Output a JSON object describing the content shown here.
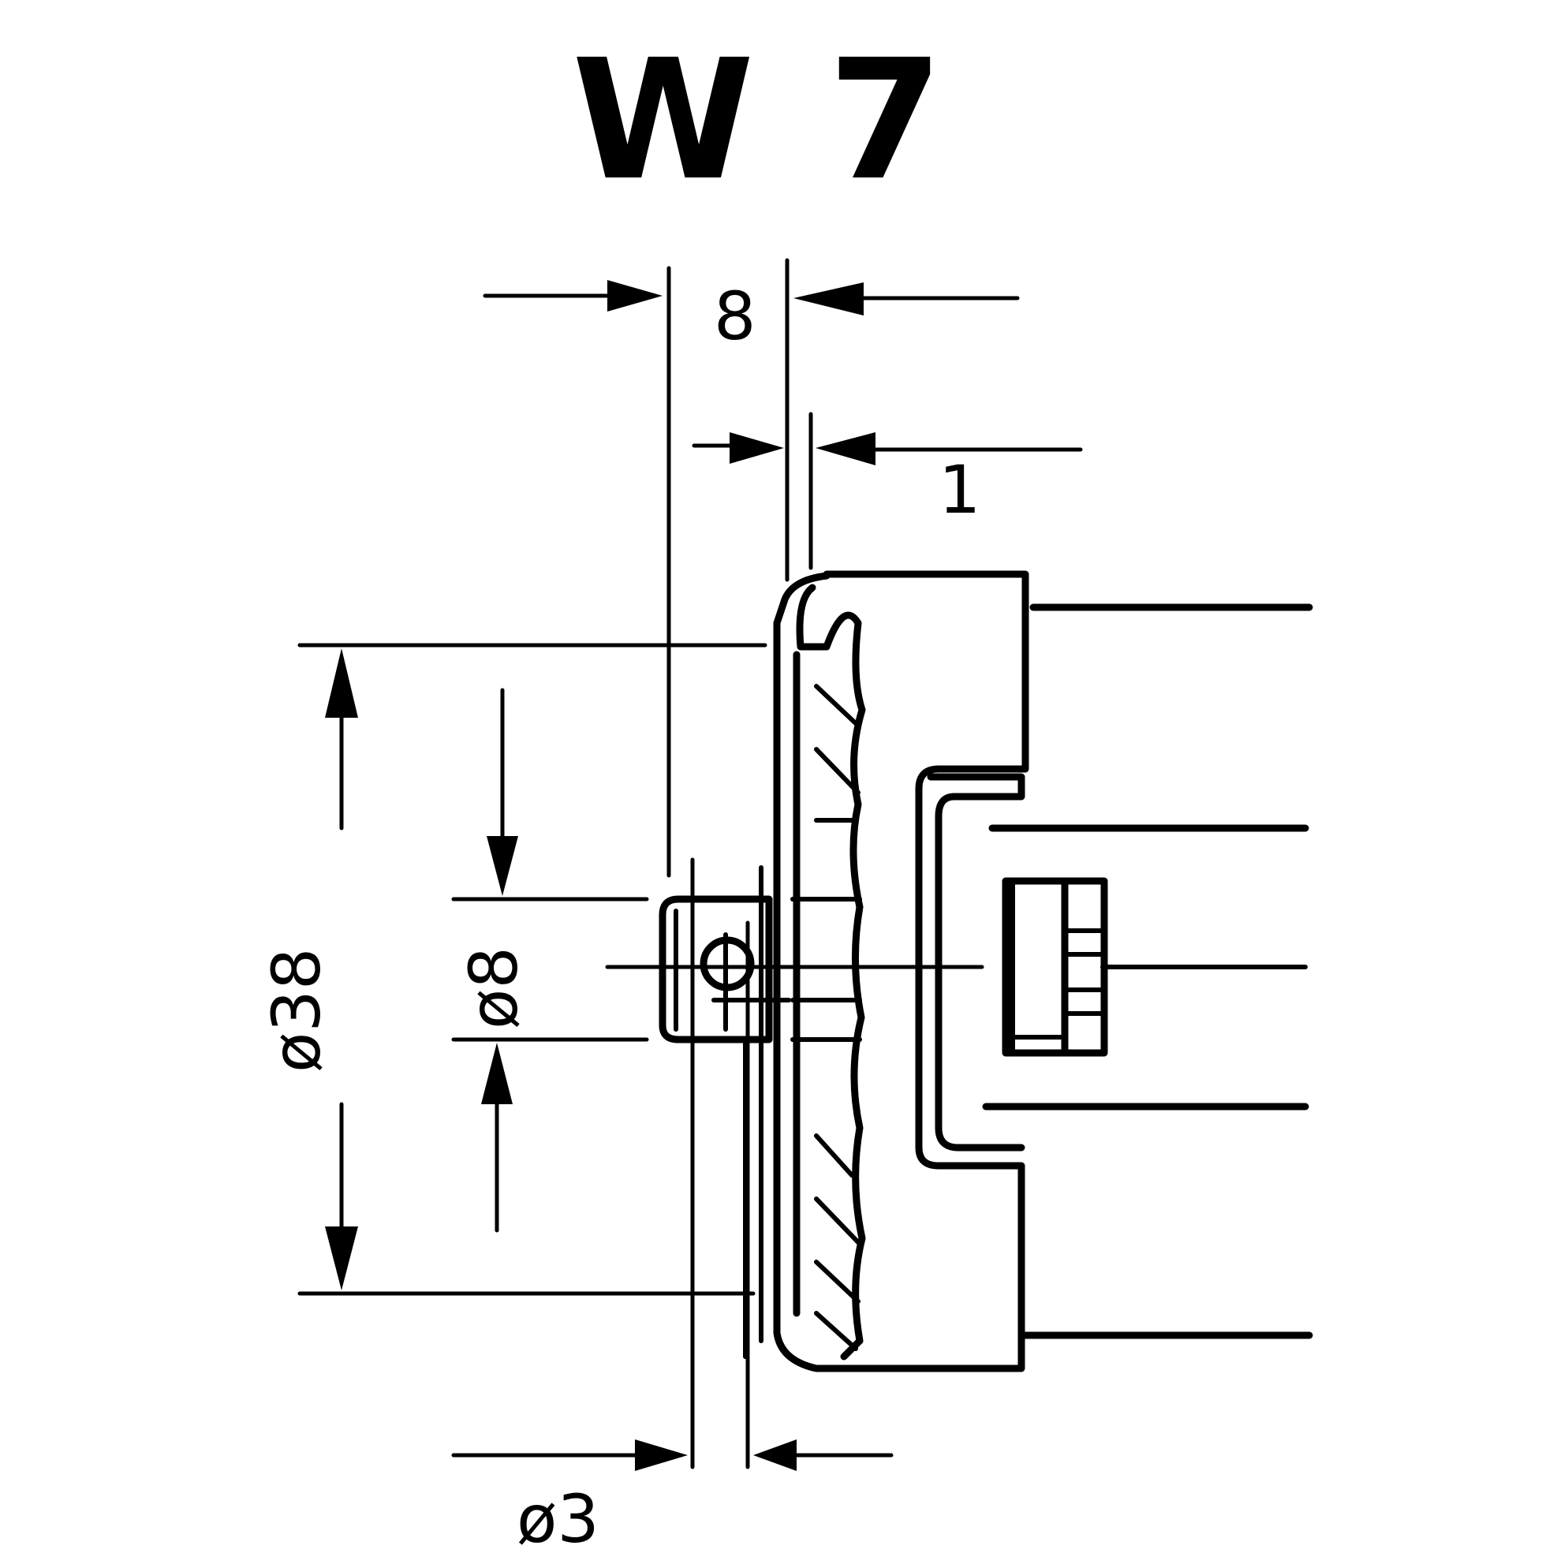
{
  "title": "W 7",
  "dimensions": {
    "width_8": "8",
    "width_1": "1",
    "dia_38": "ø38",
    "dia_8": "ø8",
    "dia_3": "ø3"
  },
  "colors": {
    "ink": "#000000",
    "paper": "#ffffff"
  }
}
